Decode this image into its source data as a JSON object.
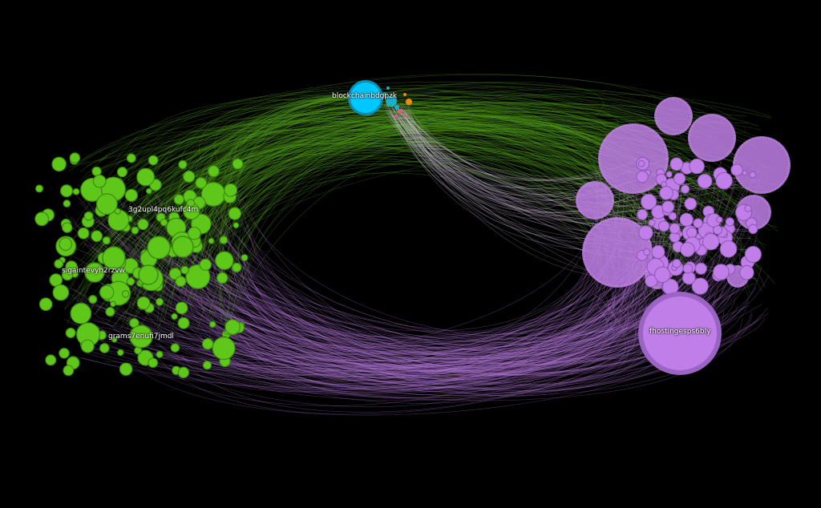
{
  "graph": {
    "colors": {
      "background": "#000000",
      "green_cluster": "#5fc61a",
      "green_edge": "#4f9a1c",
      "purple_cluster": "#c07fe8",
      "purple_edge": "#b77ae0",
      "blue_node": "#00c8ff",
      "blue_small": "#1ab0c8",
      "orange_small": "#f08a10",
      "pink_small": "#e05a8a"
    },
    "labels": {
      "blockchain": "blockchainbdgpzk",
      "green_top": "3g2upl4pq6kufc4m",
      "green_left": "sigaintevyh2rzvw",
      "green_bottom": "grams7enufi7jmdl",
      "purple_hub": "fhostingesps6bly"
    }
  }
}
